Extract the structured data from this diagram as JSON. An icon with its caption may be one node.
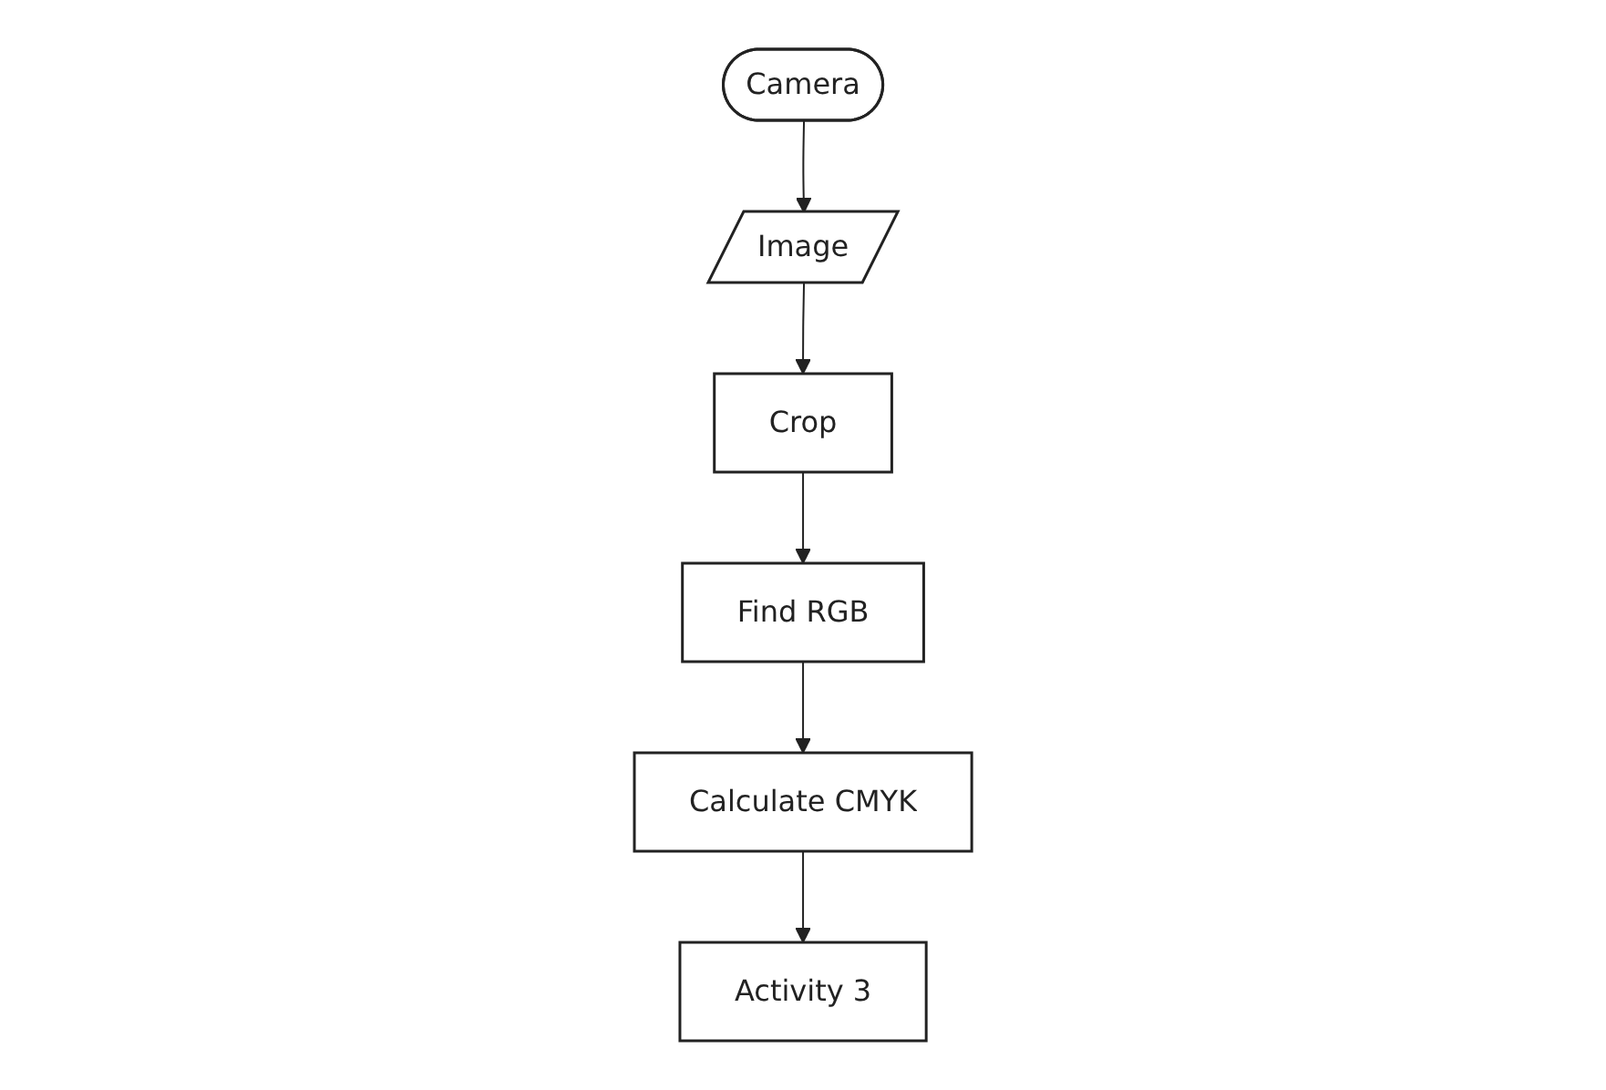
{
  "diagram": {
    "nodes": [
      {
        "text": [
          "Camera"
        ]
      },
      {
        "text": [
          "Image"
        ]
      },
      {
        "text": [
          "Crop"
        ]
      },
      {
        "text": [
          "Find RGB"
        ]
      },
      {
        "text": [
          "Calculate CMYK"
        ]
      },
      {
        "text": [
          "Activity 3"
        ]
      }
    ],
    "edges": [
      {
        "from": 0,
        "to": 1,
        "arrow": "to"
      },
      {
        "from": 1,
        "to": 2,
        "arrow": "to"
      },
      {
        "from": 2,
        "to": 3,
        "arrow": "to"
      },
      {
        "from": 3,
        "to": 4,
        "arrow": "to"
      },
      {
        "from": 4,
        "to": 5,
        "arrow": "to"
      }
    ]
  }
}
